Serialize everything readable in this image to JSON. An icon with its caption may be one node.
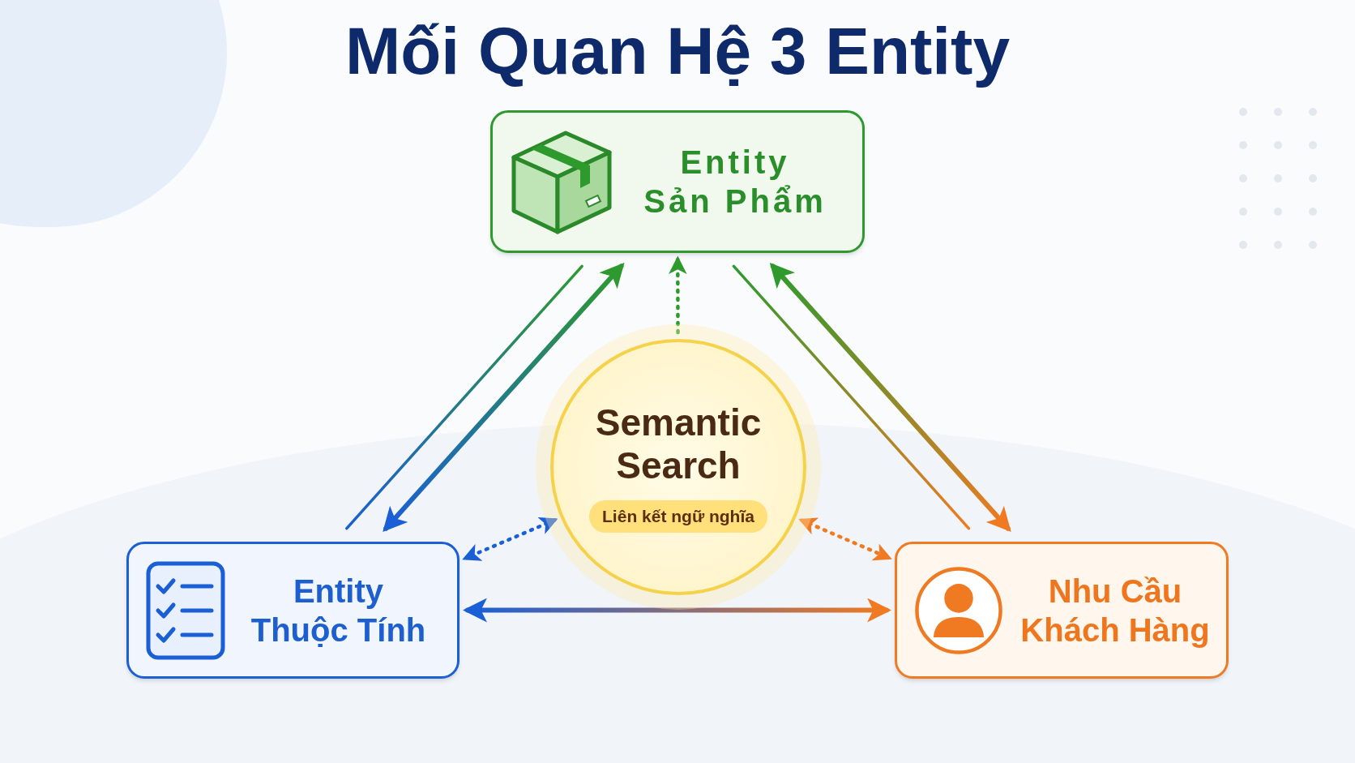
{
  "diagram": {
    "title": "Mối Quan Hệ 3 Entity",
    "nodes": [
      {
        "text": [
          "Entity Sản Phẩm"
        ]
      },
      {
        "text": [
          "Semantic Search",
          "Liên kết ngữ nghĩa"
        ]
      },
      {
        "text": [
          "Entity Thuộc Tính"
        ]
      },
      {
        "text": [
          "Nhu Cầu Khách Hàng"
        ]
      }
    ],
    "edges": [
      {
        "from": 0,
        "to": 2,
        "arrow": "both",
        "style": "thick"
      },
      {
        "from": 0,
        "to": 2,
        "arrow": "none"
      },
      {
        "from": 0,
        "to": 3,
        "arrow": "none"
      },
      {
        "from": 0,
        "to": 3,
        "arrow": "both",
        "style": "thick"
      },
      {
        "from": 1,
        "to": 0,
        "arrow": "to",
        "style": "dashed",
        "color": "#2e9a2e"
      },
      {
        "from": 1,
        "to": 2,
        "arrow": "both",
        "style": "dashed",
        "color": "#1a5fd6"
      },
      {
        "from": 1,
        "to": 3,
        "arrow": "both",
        "style": "dashed",
        "color": "#f07a22"
      },
      {
        "from": 2,
        "to": 3,
        "arrow": "both",
        "style": "thick"
      }
    ]
  }
}
